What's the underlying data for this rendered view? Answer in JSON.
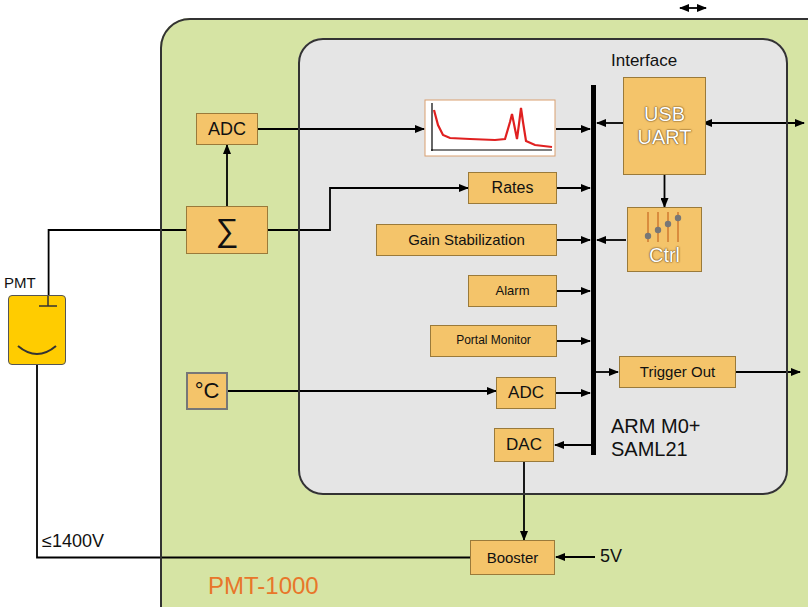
{
  "diagram": {
    "nodes": [
      {
        "text": [
          "PMT-1000"
        ]
      },
      {
        "text": [
          "ARM M0+ SAML21"
        ],
        "in": 0
      },
      {
        "text": [
          "ADC"
        ],
        "in": 0
      },
      {
        "text": [
          "Interface",
          "USB UART"
        ],
        "in": 1
      },
      {
        "text": [
          "Rates"
        ],
        "in": 1
      },
      {
        "text": [
          "∑"
        ],
        "in": 0
      },
      {
        "text": [
          "Gain Stabilization"
        ],
        "in": 1
      },
      {
        "text": [
          "Ctrl"
        ],
        "in": 1
      },
      {
        "text": [
          "PMT"
        ]
      },
      {
        "text": [
          "Alarm"
        ],
        "in": 1
      },
      {
        "text": [
          "Portal Monitor"
        ],
        "in": 1
      },
      {
        "text": [
          "°C"
        ],
        "in": 0
      },
      {
        "text": [
          "ADC"
        ],
        "in": 1
      },
      {
        "text": [
          "Trigger Out"
        ],
        "in": 1
      },
      {
        "text": [
          "DAC"
        ],
        "in": 1
      },
      {
        "text": [
          "Booster"
        ],
        "in": 0
      }
    ],
    "edges": [
      {
        "from": 5,
        "to": 2,
        "arrow": "to"
      },
      {
        "from": 5,
        "to": 4,
        "arrow": "to"
      },
      {
        "from": 8,
        "to": 5,
        "arrow": "none"
      },
      {
        "from": 11,
        "to": 12,
        "arrow": "to"
      },
      {
        "from": 14,
        "to": 15,
        "arrow": "to"
      },
      {
        "from": 15,
        "to": 8,
        "label": "≤1400V",
        "arrow": "none"
      },
      {
        "from": 3,
        "to": 7,
        "arrow": "to"
      }
    ],
    "labels": [
      "5V"
    ]
  }
}
